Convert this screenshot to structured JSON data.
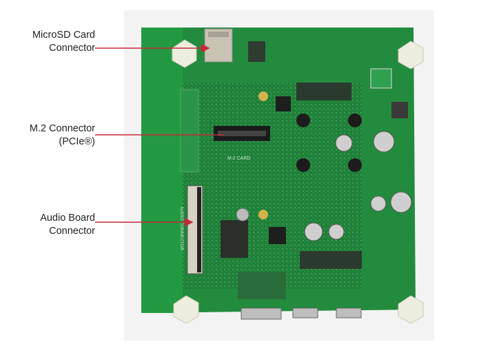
{
  "callouts": [
    {
      "line1": "MicroSD Card",
      "line2": "Connector"
    },
    {
      "line1": "M.2 Connector",
      "line2": "(PCIe®)"
    },
    {
      "line1": "Audio Board",
      "line2": "Connector"
    }
  ],
  "board_silkscreen": {
    "m2": "M.2 CARD",
    "audio": "AUDIO CONNECTOR"
  },
  "colors": {
    "pcb": "#1f8a3c",
    "pcb_dark": "#17662c",
    "arrow": "#c8273a",
    "standoff": "#eeeede"
  }
}
